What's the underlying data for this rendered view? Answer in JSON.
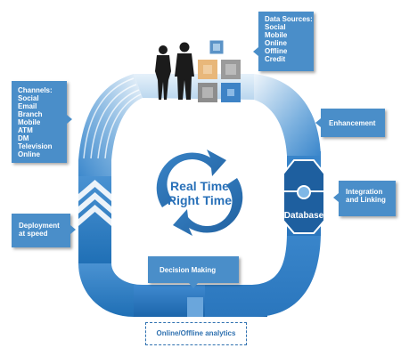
{
  "center": {
    "line1": "Real Time",
    "line2": "Right Time"
  },
  "database_label": "Database",
  "callouts": {
    "data_sources": {
      "title": "Data Sources:",
      "items": [
        "Social",
        "Mobile",
        "Online",
        "Offline",
        "Credit"
      ]
    },
    "channels": {
      "title": "Channels:",
      "items": [
        "Social",
        "Email",
        "Branch",
        "Mobile",
        "ATM",
        "DM",
        "Television",
        "Online"
      ]
    },
    "enhancement": "Enhancement",
    "integration": [
      "Integration",
      "and Linking"
    ],
    "deployment": [
      "Deployment",
      "at speed"
    ],
    "decision": "Decision Making"
  },
  "analytics": "Online/Offline analytics",
  "colors": {
    "accent": "#2f71b0",
    "callout": "#4a8ec9",
    "ring_light": "#e6f1fa",
    "ring_dark": "#1f6fb5",
    "center_text": "#2870b8"
  },
  "icons": [
    "silhouette-woman-icon",
    "silhouette-man-icon",
    "data-tiles-icon",
    "circular-arrows-icon",
    "chevron-up-icon",
    "database-icon"
  ]
}
